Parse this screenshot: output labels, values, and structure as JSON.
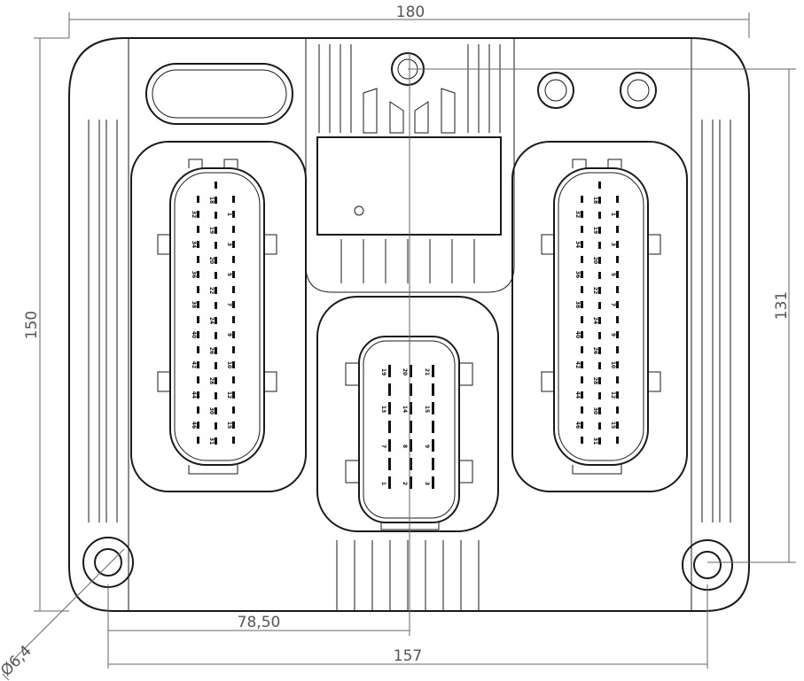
{
  "dimensions": {
    "width_total": "180",
    "height_total": "150",
    "hole_vertical": "131",
    "center_offset": "78,50",
    "hole_spacing": "157",
    "hole_diameter": "Ø6,4"
  },
  "connectors": {
    "left": {
      "col_a": [
        "32",
        "34",
        "36",
        "38",
        "40",
        "42",
        "44",
        "46"
      ],
      "col_b": [
        "18",
        "19",
        "20",
        "22",
        "24",
        "26",
        "28",
        "30",
        "31"
      ],
      "col_c": [
        "1",
        "3",
        "5",
        "7",
        "9",
        "10",
        "12",
        "15"
      ]
    },
    "right": {
      "col_a": [
        "32",
        "34",
        "36",
        "38",
        "40",
        "42",
        "44",
        "46"
      ],
      "col_b": [
        "18",
        "19",
        "20",
        "22",
        "24",
        "26",
        "28",
        "30",
        "31"
      ],
      "col_c": [
        "1",
        "3",
        "5",
        "7",
        "9",
        "10",
        "12",
        "15"
      ]
    },
    "center": {
      "col_a": [
        "19",
        "13",
        "7",
        "1"
      ],
      "col_b": [
        "20",
        "14",
        "8",
        "2"
      ],
      "col_c": [
        "21",
        "15",
        "9",
        "3"
      ]
    }
  }
}
